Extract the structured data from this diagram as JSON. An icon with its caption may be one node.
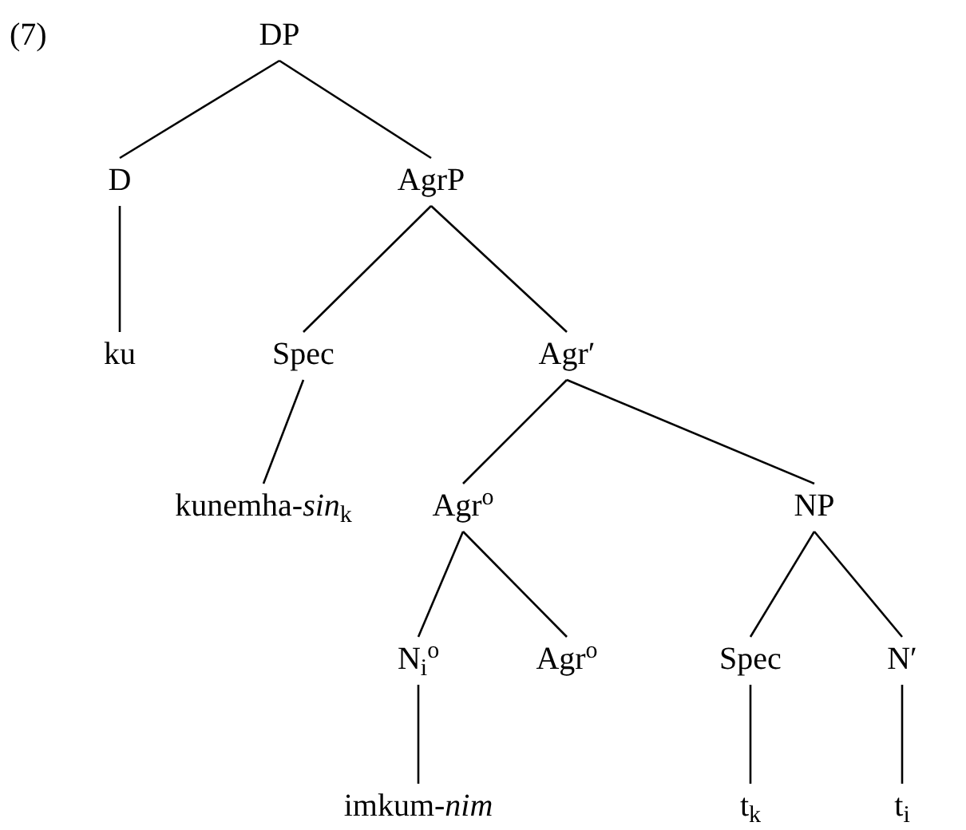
{
  "diagram": {
    "nodes": [
      {
        "text": [
          "DP"
        ]
      },
      {
        "text": [
          "D"
        ]
      },
      {
        "text": [
          "AgrP"
        ]
      },
      {
        "text": [
          "ku"
        ]
      },
      {
        "text": [
          "Spec"
        ]
      },
      {
        "text": [
          "Agr′"
        ]
      },
      {
        "text": [
          "kunemha-*sin*$_{k}$"
        ]
      },
      {
        "text": [
          "Agr$^{o}$"
        ]
      },
      {
        "text": [
          "NP"
        ]
      },
      {
        "text": [
          "N$_{i}$$^{o}$"
        ]
      },
      {
        "text": [
          "Agr$^{o}$"
        ]
      },
      {
        "text": [
          "Spec"
        ]
      },
      {
        "text": [
          "N′"
        ]
      },
      {
        "text": [
          "imkum-*nim*"
        ]
      },
      {
        "text": [
          "t$_{k}$"
        ]
      },
      {
        "text": [
          "t$_{i}$"
        ]
      }
    ],
    "edges": [
      {
        "from": 0,
        "to": 1,
        "arrow": "none"
      },
      {
        "from": 0,
        "to": 2,
        "arrow": "none"
      },
      {
        "from": 1,
        "to": 3,
        "arrow": "none"
      },
      {
        "from": 2,
        "to": 4,
        "arrow": "none"
      },
      {
        "from": 2,
        "to": 5,
        "arrow": "none"
      },
      {
        "from": 4,
        "to": 6,
        "arrow": "none"
      },
      {
        "from": 5,
        "to": 7,
        "arrow": "none"
      },
      {
        "from": 5,
        "to": 8,
        "arrow": "none"
      },
      {
        "from": 7,
        "to": 9,
        "arrow": "none"
      },
      {
        "from": 7,
        "to": 10,
        "arrow": "none"
      },
      {
        "from": 8,
        "to": 11,
        "arrow": "none"
      },
      {
        "from": 8,
        "to": 12,
        "arrow": "none"
      },
      {
        "from": 9,
        "to": 13,
        "arrow": "none"
      },
      {
        "from": 11,
        "to": 14,
        "arrow": "none"
      },
      {
        "from": 12,
        "to": 15,
        "arrow": "none"
      }
    ],
    "labels": [
      "(7)"
    ]
  }
}
